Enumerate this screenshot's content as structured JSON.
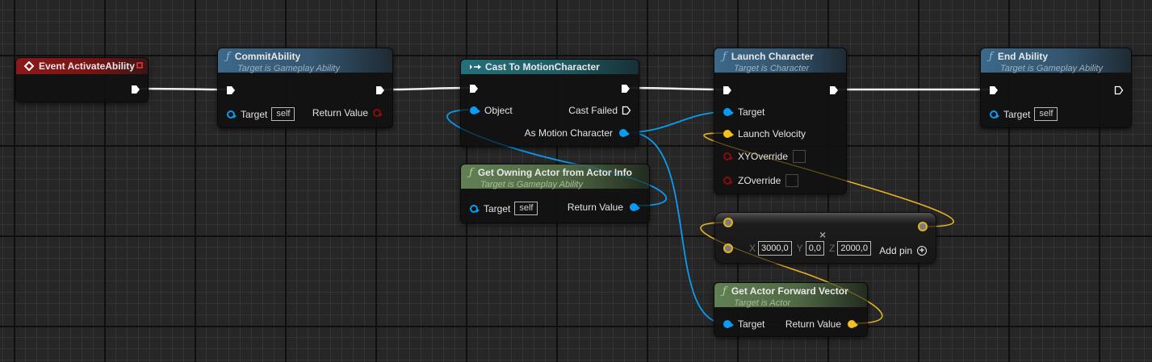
{
  "graph": {
    "colors": {
      "exec_wire": "#f0f0f0",
      "object_wire": "#0a9cf0",
      "vector_wire": "#e6b222",
      "event_header": "#8a1a1a",
      "function_header": "#3d6888",
      "pure_header": "#627f54",
      "cast_header": "#24707a"
    },
    "nodes": {
      "event_activate": {
        "title": "Event ActivateAbility",
        "icon": "event-diamond-icon",
        "delegate_pin": "delegate-pin-icon"
      },
      "commit_ability": {
        "icon": "function-icon",
        "title": "CommitAbility",
        "subtitle": "Target is Gameplay Ability",
        "target_label": "Target",
        "target_value": "self",
        "return_label": "Return Value"
      },
      "cast_motion": {
        "icon": "cast-icon",
        "title": "Cast To MotionCharacter",
        "object_label": "Object",
        "cast_failed_label": "Cast Failed",
        "as_label": "As Motion Character"
      },
      "get_owning_actor": {
        "icon": "function-icon",
        "title": "Get Owning Actor from Actor Info",
        "subtitle": "Target is Gameplay Ability",
        "target_label": "Target",
        "target_value": "self",
        "return_label": "Return Value"
      },
      "launch_character": {
        "icon": "function-icon",
        "title": "Launch Character",
        "subtitle": "Target is Character",
        "target_label": "Target",
        "velocity_label": "Launch Velocity",
        "xy_label": "XYOverride",
        "xy_checked": false,
        "z_label": "ZOverride",
        "z_checked": false
      },
      "end_ability": {
        "icon": "function-icon",
        "title": "End Ability",
        "subtitle": "Target is Gameplay Ability",
        "target_label": "Target",
        "target_value": "self"
      },
      "multiply_vector": {
        "operator": "×",
        "x_label": "X",
        "x_value": "3000,0",
        "y_label": "Y",
        "y_value": "0,0",
        "z_label": "Z",
        "z_value": "2000,0",
        "add_pin_label": "Add pin",
        "add_pin_icon": "⊕"
      },
      "get_forward_vector": {
        "icon": "function-icon",
        "title": "Get Actor Forward Vector",
        "subtitle": "Target is Actor",
        "target_label": "Target",
        "return_label": "Return Value"
      }
    },
    "glyphs": {
      "function": "ƒ",
      "cast": "▸➜"
    }
  }
}
